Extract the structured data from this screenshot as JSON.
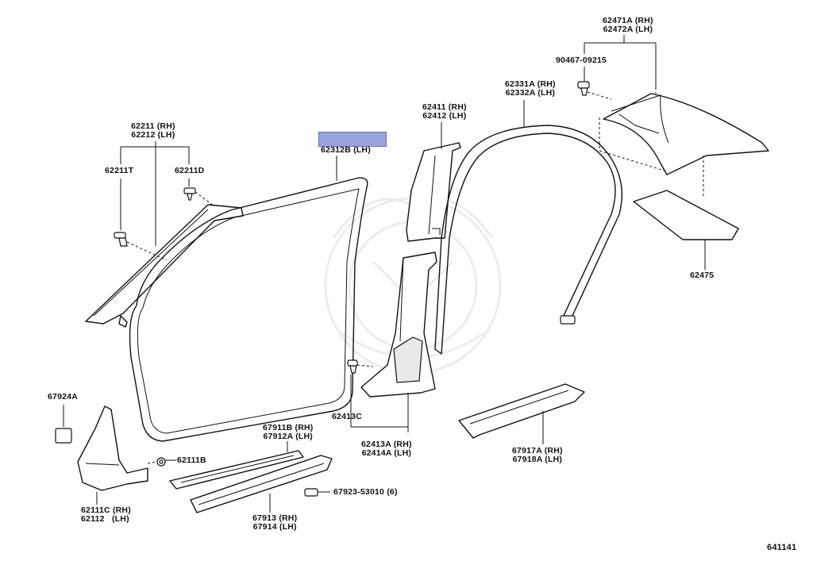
{
  "labels": {
    "l62211": [
      "62211 (RH)",
      "62212 (LH)"
    ],
    "l62211T": "62211T",
    "l62211D": "62211D",
    "l62312": [
      "62312B (LH)"
    ],
    "l62411": [
      "62411 (RH)",
      "62412 (LH)"
    ],
    "l62331": [
      "62331A (RH)",
      "62332A (LH)"
    ],
    "l90467": "90467-09215",
    "l62471": [
      "62471A (RH)",
      "62472A (LH)"
    ],
    "l62475": "62475",
    "l67924": "67924A",
    "l62111B": "62111B",
    "l62111C": [
      "62111C (RH)",
      "62112   (LH)"
    ],
    "l67911": [
      "67911B (RH)",
      "67912A (LH)"
    ],
    "l67923": "67923-53010 (6)",
    "l67913": [
      "67913 (RH)",
      "67914 (LH)"
    ],
    "l62413C": "62413C",
    "l62413A": [
      "62413A (RH)",
      "62414A (LH)"
    ],
    "l67917": [
      "67917A (RH)",
      "67918A (LH)"
    ],
    "l641141": "641141"
  },
  "highlight_color": "#9aa3dc"
}
